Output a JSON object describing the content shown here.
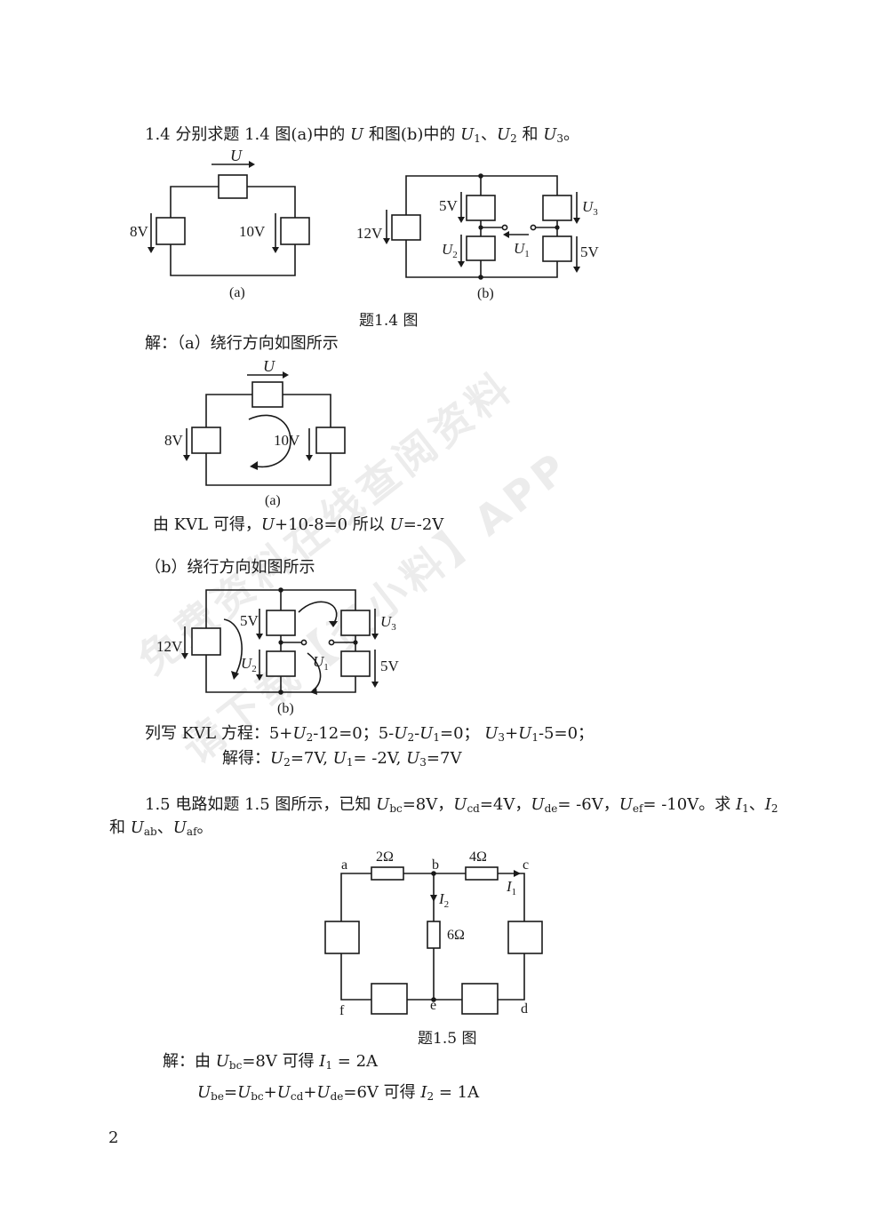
{
  "p14": {
    "num": "1.4",
    "text_a": " 分别求题 1.4 图(a)中的 ",
    "U": "U",
    "text_b": " 和图(b)中的 ",
    "U1": "U",
    "s1": "1",
    "sep": "、",
    "U2": "U",
    "s2": "2",
    "and": " 和 ",
    "U3": "U",
    "s3": "3",
    "end": "。"
  },
  "fig14": {
    "a_label": "(a)",
    "b_label": "(b)",
    "U": "U",
    "v8": "8V",
    "v10": "10V",
    "v12": "12V",
    "v5a": "5V",
    "v5b": "5V",
    "U1": "U",
    "U1s": "1",
    "U2": "U",
    "U2s": "2",
    "U3": "U",
    "U3s": "3",
    "caption": "题1.4 图"
  },
  "sol14": {
    "line_a": "解：（a）绕行方向如图所示",
    "kvl_a_pre": "由 KVL 可得，",
    "kvl_a_eq1": "U",
    "kvl_a_eq1b": "+10-8=0   所以 ",
    "kvl_a_eq2": "U",
    "kvl_a_eq2b": "=-2V",
    "line_b": "（b）绕行方向如图所示",
    "kvl_b_pre": "列写 KVL 方程：5+",
    "kvl_b_1": "-12=0；5-",
    "kvl_b_2": "-",
    "kvl_b_3": "=0；   ",
    "kvl_b_4": "+",
    "kvl_b_5": "-5=0；",
    "res_pre": "解得：",
    "res_1": "=7V, ",
    "res_2": "= -2V, ",
    "res_3": "=7V"
  },
  "p15": {
    "line1_pre": "1.5  电路如题 1.5 图所示，已知 ",
    "ubc": "=8V，",
    "ucd": "=4V，",
    "ude": "= -6V，",
    "uef": "= -10V。求 ",
    "i_sep": "、",
    "line2_pre": "和 ",
    "uab_sep": "、",
    "end": "。"
  },
  "fig15": {
    "a": "a",
    "b": "b",
    "c": "c",
    "d": "d",
    "e": "e",
    "f": "f",
    "r2": "2Ω",
    "r4": "4Ω",
    "r6": "6Ω",
    "I1": "I",
    "I1s": "1",
    "I2": "I",
    "I2s": "2",
    "caption": "题1.5 图"
  },
  "sol15": {
    "l1_pre": "解：由 ",
    "l1_mid": "=8V     可得 ",
    "l1_res": " = 2A",
    "l2_pre": "=",
    "l2_plus1": "+",
    "l2_plus2": "+",
    "l2_mid": "=6V   可得 ",
    "l2_res": " = 1A"
  },
  "page_number": "2",
  "watermark": {
    "line1": "免费资料在线查阅资料",
    "line2": "请下载【资小料】APP"
  }
}
